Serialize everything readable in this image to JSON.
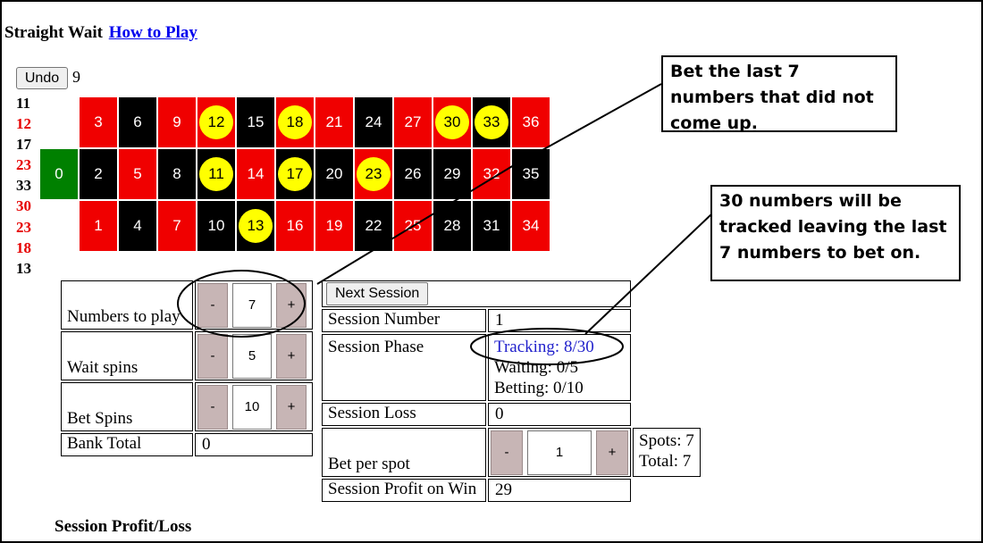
{
  "header": {
    "title": "Straight Wait",
    "help_link": "How to Play"
  },
  "undo": {
    "label": "Undo",
    "count": "9"
  },
  "history": [
    {
      "n": "11",
      "c": "black"
    },
    {
      "n": "12",
      "c": "red"
    },
    {
      "n": "17",
      "c": "black"
    },
    {
      "n": "23",
      "c": "red"
    },
    {
      "n": "33",
      "c": "black"
    },
    {
      "n": "30",
      "c": "red"
    },
    {
      "n": "23",
      "c": "red"
    },
    {
      "n": "18",
      "c": "red"
    },
    {
      "n": "13",
      "c": "black"
    }
  ],
  "board": {
    "zero": "0",
    "rows": [
      [
        {
          "n": "3",
          "c": "red"
        },
        {
          "n": "6",
          "c": "black"
        },
        {
          "n": "9",
          "c": "red"
        },
        {
          "n": "12",
          "c": "red",
          "hl": true
        },
        {
          "n": "15",
          "c": "black"
        },
        {
          "n": "18",
          "c": "red",
          "hl": true
        },
        {
          "n": "21",
          "c": "red"
        },
        {
          "n": "24",
          "c": "black"
        },
        {
          "n": "27",
          "c": "red"
        },
        {
          "n": "30",
          "c": "red",
          "hl": true
        },
        {
          "n": "33",
          "c": "black",
          "hl": true
        },
        {
          "n": "36",
          "c": "red"
        }
      ],
      [
        {
          "n": "2",
          "c": "black"
        },
        {
          "n": "5",
          "c": "red"
        },
        {
          "n": "8",
          "c": "black"
        },
        {
          "n": "11",
          "c": "black",
          "hl": true
        },
        {
          "n": "14",
          "c": "red"
        },
        {
          "n": "17",
          "c": "black",
          "hl": true
        },
        {
          "n": "20",
          "c": "black"
        },
        {
          "n": "23",
          "c": "red",
          "hl": true
        },
        {
          "n": "26",
          "c": "black"
        },
        {
          "n": "29",
          "c": "black"
        },
        {
          "n": "32",
          "c": "red"
        },
        {
          "n": "35",
          "c": "black"
        }
      ],
      [
        {
          "n": "1",
          "c": "red"
        },
        {
          "n": "4",
          "c": "black"
        },
        {
          "n": "7",
          "c": "red"
        },
        {
          "n": "10",
          "c": "black"
        },
        {
          "n": "13",
          "c": "black",
          "hl": true
        },
        {
          "n": "16",
          "c": "red"
        },
        {
          "n": "19",
          "c": "red"
        },
        {
          "n": "22",
          "c": "black"
        },
        {
          "n": "25",
          "c": "red"
        },
        {
          "n": "28",
          "c": "black"
        },
        {
          "n": "31",
          "c": "black"
        },
        {
          "n": "34",
          "c": "red"
        }
      ]
    ]
  },
  "settings": {
    "numbers_to_play": {
      "label": "Numbers to play",
      "value": "7"
    },
    "wait_spins": {
      "label": "Wait spins",
      "value": "5"
    },
    "bet_spins": {
      "label": "Bet Spins",
      "value": "10"
    },
    "bank_total": {
      "label": "Bank Total",
      "value": "0"
    },
    "minus": "-",
    "plus": "+"
  },
  "session": {
    "next_button": "Next Session",
    "number_label": "Session Number",
    "number_value": "1",
    "phase_label": "Session Phase",
    "phase_tracking": "Tracking: 8/30",
    "phase_waiting": "Waiting: 0/5",
    "phase_betting": "Betting: 0/10",
    "loss_label": "Session Loss",
    "loss_value": "0",
    "bet_label": "Bet per spot",
    "bet_value": "1",
    "spots": "Spots: 7",
    "total": "Total: 7",
    "profit_label": "Session Profit on Win",
    "profit_value": "29"
  },
  "callouts": {
    "top": "Bet the last 7 numbers that did not come up.",
    "right": "30 numbers will be tracked leaving the last 7 numbers to bet on."
  },
  "footer": {
    "section_title": "Session Profit/Loss"
  }
}
